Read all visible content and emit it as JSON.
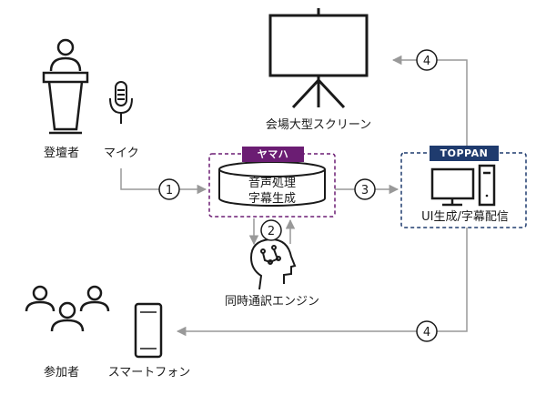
{
  "labels": {
    "speaker": "登壇者",
    "mic": "マイク",
    "screen": "会場大型スクリーン",
    "translation_engine": "同時通訳エンジン",
    "participants": "参加者",
    "smartphone": "スマートフォン"
  },
  "yamaha": {
    "tag": "ヤマハ",
    "process_line1": "音声処理",
    "process_line2": "字幕生成"
  },
  "toppan": {
    "tag": "TOPPAN",
    "caption": "UI生成/字幕配信"
  },
  "steps": {
    "s1": "1",
    "s2": "2",
    "s3": "3",
    "s4a": "4",
    "s4b": "4"
  },
  "colors": {
    "yamaha": "#6b1d73",
    "toppan": "#1f3b6e",
    "arrow": "#999999",
    "icon": "#1a1a1a"
  }
}
